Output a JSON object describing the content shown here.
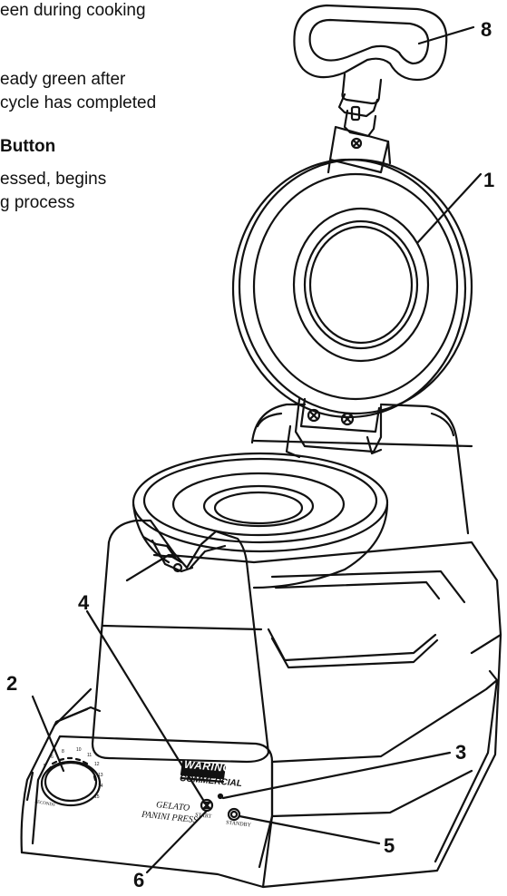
{
  "text_lines": [
    "een during cooking",
    "eady green after",
    "cycle has completed",
    "Button",
    "essed, begins",
    "g process"
  ],
  "callouts": [
    "8",
    "1",
    "4",
    "2",
    "3",
    "5",
    "6"
  ],
  "panel": {
    "brand_top": "WARING",
    "brand_bottom": "COMMERCIAL",
    "product_line1": "GELATO",
    "product_line2": "PANINI PRESS",
    "start_label": "START",
    "standby_label": "STANDBY",
    "dial_label": "SECONDS",
    "dial_ticks": [
      "8",
      "10",
      "11",
      "12",
      "13",
      "14",
      "15",
      "6",
      "5"
    ]
  },
  "colors": {
    "ink": "#111111",
    "background": "#ffffff"
  }
}
